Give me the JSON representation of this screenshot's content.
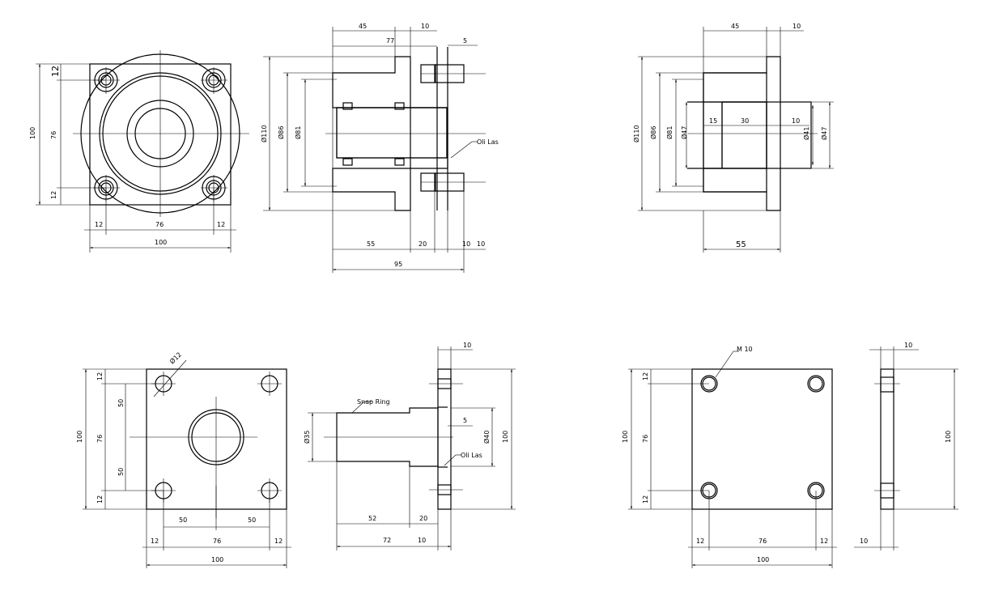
{
  "views": {
    "top_front": {
      "dim_12_top": "12",
      "dim_76_v": "76",
      "dim_12_bot": "12",
      "dim_100_v": "100",
      "dim_12_left": "12",
      "dim_76_h": "76",
      "dim_12_right": "12",
      "dim_100_h": "100"
    },
    "top_section": {
      "dim_45": "45",
      "dim_10_top": "10",
      "dim_77": "77",
      "dim_5": "5",
      "dia_110": "Ø110",
      "dia_86": "Ø86",
      "dia_81": "Ø81",
      "oil_seal": "Oli Las",
      "dim_55": "55",
      "dim_20": "20",
      "dim_10a": "10",
      "dim_10b": "10",
      "dim_95": "95"
    },
    "top_right_section": {
      "dim_45": "45",
      "dim_10": "10",
      "dia_110": "Ø110",
      "dia_86": "Ø86",
      "dia_81": "Ø81",
      "dia_47_left": "Ø47",
      "dim_15": "15",
      "dim_30": "30",
      "dim_10_mid": "10",
      "dia_41": "Ø41",
      "dia_47_right": "Ø47",
      "dim_55": "55"
    },
    "bottom_front": {
      "hole_dia": "Ø12",
      "dim_12_top": "12",
      "dim_50_a": "50",
      "dim_76_v": "76",
      "dim_50_b": "50",
      "dim_12_bot": "12",
      "dim_100_v": "100",
      "dim_50_h_left": "50",
      "dim_50_h_right": "50",
      "dim_12_left": "12",
      "dim_76_h": "76",
      "dim_12_right": "12",
      "dim_100_h": "100"
    },
    "bottom_section": {
      "dim_10_top": "10",
      "snap_ring": "Snap Ring",
      "dim_5": "5",
      "dia_35": "Ø35",
      "dia_40": "Ø40",
      "dim_100_v": "100",
      "oil_seal": "Oli Las",
      "dim_52": "52",
      "dim_20": "20",
      "dim_72": "72",
      "dim_10_bot": "10"
    },
    "bottom_plate": {
      "thread": "M 10",
      "dim_12_top": "12",
      "dim_76_v": "76",
      "dim_12_bot": "12",
      "dim_100_v": "100",
      "dim_12_left": "12",
      "dim_76_h": "76",
      "dim_12_right": "12",
      "dim_100_h": "100"
    },
    "bottom_plate_side": {
      "dim_10_top": "10",
      "dim_100_v": "100",
      "dim_10_bot": "10"
    }
  }
}
